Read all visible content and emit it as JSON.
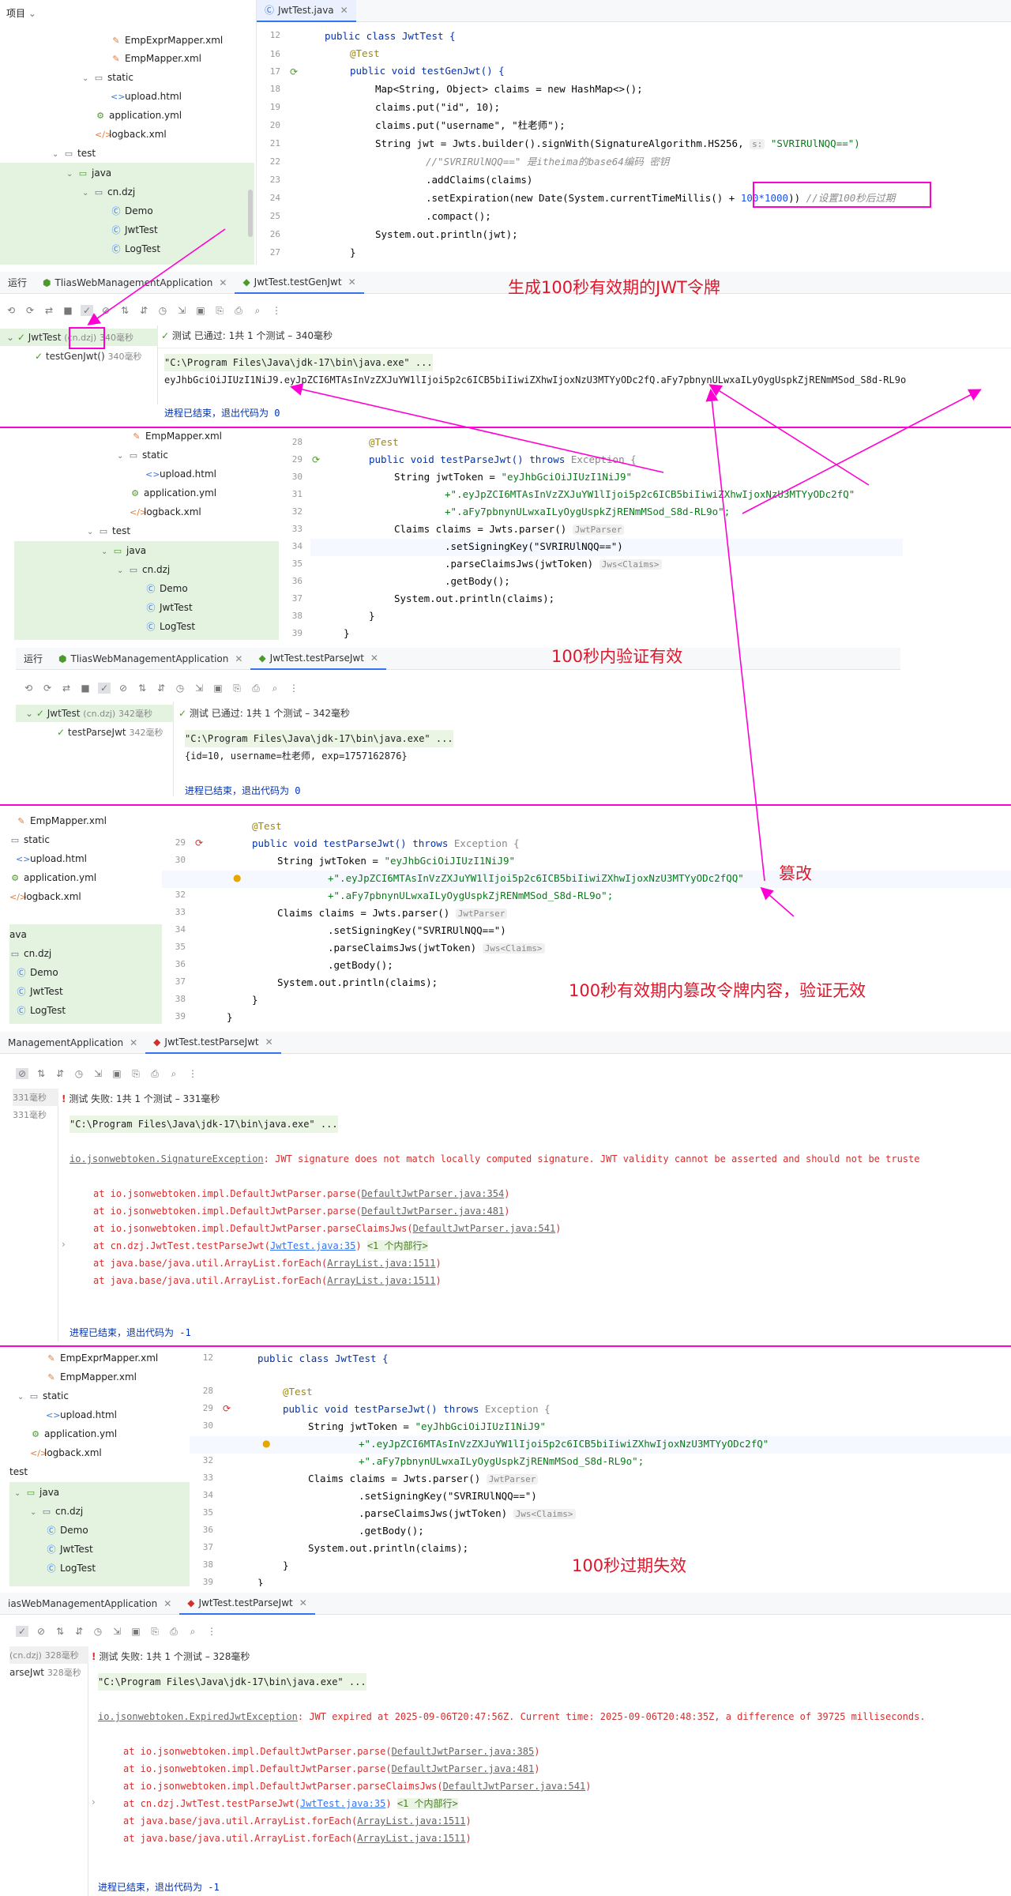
{
  "project_label": "项目",
  "file_tab": "JwtTest.java",
  "run_label": "运行",
  "run_tab_app": "TliasWebManagementApplication",
  "run_tab_app_cut1": "ManagementApplication",
  "run_tab_app_cut2": "iasWebManagementApplication",
  "run_tab_gen": "JwtTest.testGenJwt",
  "run_tab_parse": "JwtTest.testParseJwt",
  "tree": {
    "empexpr": "EmpExprMapper.xml",
    "empmapper": "EmpMapper.xml",
    "static": "static",
    "upload": "upload.html",
    "appyml": "application.yml",
    "logback": "logback.xml",
    "test": "test",
    "java": "java",
    "cndzj": "cn.dzj",
    "demo": "Demo",
    "jwttest": "JwtTest",
    "logtest": "LogTest",
    "java_cut": "ava",
    "logback_cut": "logback.xml"
  },
  "gen_code": {
    "l12": "12",
    "l16": "16",
    "l17": "17",
    "l18": "18",
    "l19": "19",
    "l20": "20",
    "l21": "21",
    "l22": "22",
    "l23": "23",
    "l24": "24",
    "l25": "25",
    "l26": "26",
    "l27": "27",
    "class_decl": "public class JwtTest {",
    "test_ann": "@Test",
    "method": "public void testGenJwt() {",
    "map_decl": "Map<String, Object> claims = new HashMap<>();",
    "put_id": "claims.put(\"id\", 10);",
    "put_user": "claims.put(\"username\", \"杜老师\");",
    "jwt_builder": "String jwt = Jwts.builder().signWith(SignatureAlgorithm.HS256,",
    "jwt_hint": "s:",
    "jwt_key": "\"SVRIRUlNQQ==\")",
    "comment_key": "//\"SVRIRUlNQQ==\" 是itheima的base64编码 密钥",
    "add_claims": ".addClaims(claims)",
    "set_exp": ".setExpiration(new Date(System.currentTimeMillis() + ",
    "exp_expr": "100*1000",
    "exp_end": "))",
    "exp_comment": "//设置100秒后过期",
    "compact": ".compact();",
    "println": "System.out.println(jwt);",
    "close": "}"
  },
  "gen_run": {
    "root": "JwtTest",
    "root_pkg": "(cn.dzj)",
    "root_time": "340毫秒",
    "child": "testGenJwt()",
    "child_time": "340毫秒",
    "status": "测试 已通过: 1共 1 个测试 – 340毫秒",
    "cmd": "\"C:\\Program Files\\Java\\jdk-17\\bin\\java.exe\" ...",
    "token": "eyJhbGciOiJIUzI1NiJ9.eyJpZCI6MTAsInVzZXJuYW1lIjoi5p2c6ICB5biIiwiZXhwIjoxNzU3MTYyODc2fQ.aFy7pbnynULwxaILyOygUspkZjRENmMSod_S8d-RL9o",
    "exit": "进程已结束，退出代码为 0"
  },
  "parse_code": {
    "l28": "28",
    "l29": "29",
    "l30": "30",
    "l31": "31",
    "l32": "32",
    "l33": "33",
    "l34": "34",
    "l35": "35",
    "l36": "36",
    "l37": "37",
    "l38": "38",
    "l39": "39",
    "test_ann": "@Test",
    "method_a": "public void testParseJwt() throws ",
    "method_b": "Exception {",
    "token_a": "String jwtToken = ",
    "token_b": "\"eyJhbGciOiJIUzI1NiJ9\"",
    "part2": "+\".eyJpZCI6MTAsInVzZXJuYW1lIjoi5p2c6ICB5biIiwiZXhwIjoxNzU3MTYyODc2fQ\"",
    "part2_tampered": "+\".eyJpZCI6MTAsInVzZXJuYW1lIjoi5p2c6ICB5biIiwiZXhwIjoxNzU3MTYyODc2fQQ\"",
    "part2_expired": "+\".eyJpZCI6MTAsInVzZXJuYW1lIjoi5p2c6ICB5biIiwiZXhwIjoxNzU3MTYyODc2fQ\"",
    "part3": "+\".aFy7pbnynULwxaILyOygUspkZjRENmMSod_S8d-RL9o\"",
    "part3_semi": "+\".aFy7pbnynULwxaILyOygUspkZjRENmMSod_S8d-RL9o\";",
    "claims_decl": "Claims claims = Jwts.parser()",
    "hint_parser": "JwtParser",
    "set_key": ".setSigningKey(\"SVRIRUlNQQ==\")",
    "parse_jws": ".parseClaimsJws(jwtToken)",
    "hint_jws": "Jws<Claims>",
    "get_body": ".getBody();",
    "println": "System.out.println(claims);",
    "close": "}",
    "class_decl": "public class JwtTest {",
    "l12": "12"
  },
  "parse_ok_run": {
    "root": "JwtTest",
    "root_pkg": "(cn.dzj)",
    "root_time": "342毫秒",
    "child": "testParseJwt",
    "child_time": "342毫秒",
    "status": "测试 已通过: 1共 1 个测试 – 342毫秒",
    "cmd": "\"C:\\Program Files\\Java\\jdk-17\\bin\\java.exe\" ...",
    "output": "{id=10, username=杜老师, exp=1757162876}",
    "exit": "进程已结束，退出代码为 0"
  },
  "tamper_run": {
    "time_root": "331毫秒",
    "time_child": "331毫秒",
    "status": "测试 失败: 1共 1 个测试 – 331毫秒",
    "cmd": "\"C:\\Program Files\\Java\\jdk-17\\bin\\java.exe\" ...",
    "exc_class": "io.jsonwebtoken.SignatureException",
    "exc_msg": ": JWT signature does not match locally computed signature. JWT validity cannot be asserted and should not be truste",
    "st1a": "at io.jsonwebtoken.impl.DefaultJwtParser.parse(",
    "st1b": "DefaultJwtParser.java:354",
    "st1c": ")",
    "st2a": "at io.jsonwebtoken.impl.DefaultJwtParser.parse(",
    "st2b": "DefaultJwtParser.java:481",
    "st2c": ")",
    "st3a": "at io.jsonwebtoken.impl.DefaultJwtParser.parseClaimsJws(",
    "st3b": "DefaultJwtParser.java:541",
    "st3c": ")",
    "st4a": "at cn.dzj.JwtTest.testParseJwt(",
    "st4b": "JwtTest.java:35",
    "st4c": ")",
    "st4d": "<1 个内部行>",
    "st5a": "at java.base/java.util.ArrayList.forEach(",
    "st5b": "ArrayList.java:1511",
    "st5c": ")",
    "st6a": "at java.base/java.util.ArrayList.forEach(",
    "st6b": "ArrayList.java:1511",
    "st6c": ")",
    "exit": "进程已结束，退出代码为 -1"
  },
  "expired_run": {
    "root_pkg": "(cn.dzj)",
    "root_time": "328毫秒",
    "child": "arseJwt",
    "child_time": "328毫秒",
    "status": "测试 失败: 1共 1 个测试 – 328毫秒",
    "cmd": "\"C:\\Program Files\\Java\\jdk-17\\bin\\java.exe\" ...",
    "exc_class": "io.jsonwebtoken.ExpiredJwtException",
    "exc_msg": ": JWT expired at 2025-09-06T20:47:56Z. Current time: 2025-09-06T20:48:35Z, a difference of 39725 milliseconds.",
    "st1a": "at io.jsonwebtoken.impl.DefaultJwtParser.parse(",
    "st1b": "DefaultJwtParser.java:385",
    "st1c": ")",
    "st2a": "at io.jsonwebtoken.impl.DefaultJwtParser.parse(",
    "st2b": "DefaultJwtParser.java:481",
    "st2c": ")",
    "st3a": "at io.jsonwebtoken.impl.DefaultJwtParser.parseClaimsJws(",
    "st3b": "DefaultJwtParser.java:541",
    "st3c": ")",
    "st4a": "at cn.dzj.JwtTest.testParseJwt(",
    "st4b": "JwtTest.java:35",
    "st4c": ")",
    "st4d": "<1 个内部行>",
    "st5a": "at java.base/java.util.ArrayList.forEach(",
    "st5b": "ArrayList.java:1511",
    "st5c": ")",
    "st6a": "at java.base/java.util.ArrayList.forEach(",
    "st6b": "ArrayList.java:1511",
    "st6c": ")",
    "exit": "进程已结束，退出代码为 -1"
  },
  "annotations": {
    "gen": "生成100秒有效期的JWT令牌",
    "valid": "100秒内验证有效",
    "tamper": "篡改",
    "tamper_invalid": "100秒有效期内篡改令牌内容，验证无效",
    "expired": "100秒过期失效"
  },
  "colors": {
    "annotation": "#e0162b",
    "arrow": "#ff00d4",
    "tree_highlight": "#e3f3e0",
    "keyword": "#0033b3",
    "string": "#067d17"
  }
}
